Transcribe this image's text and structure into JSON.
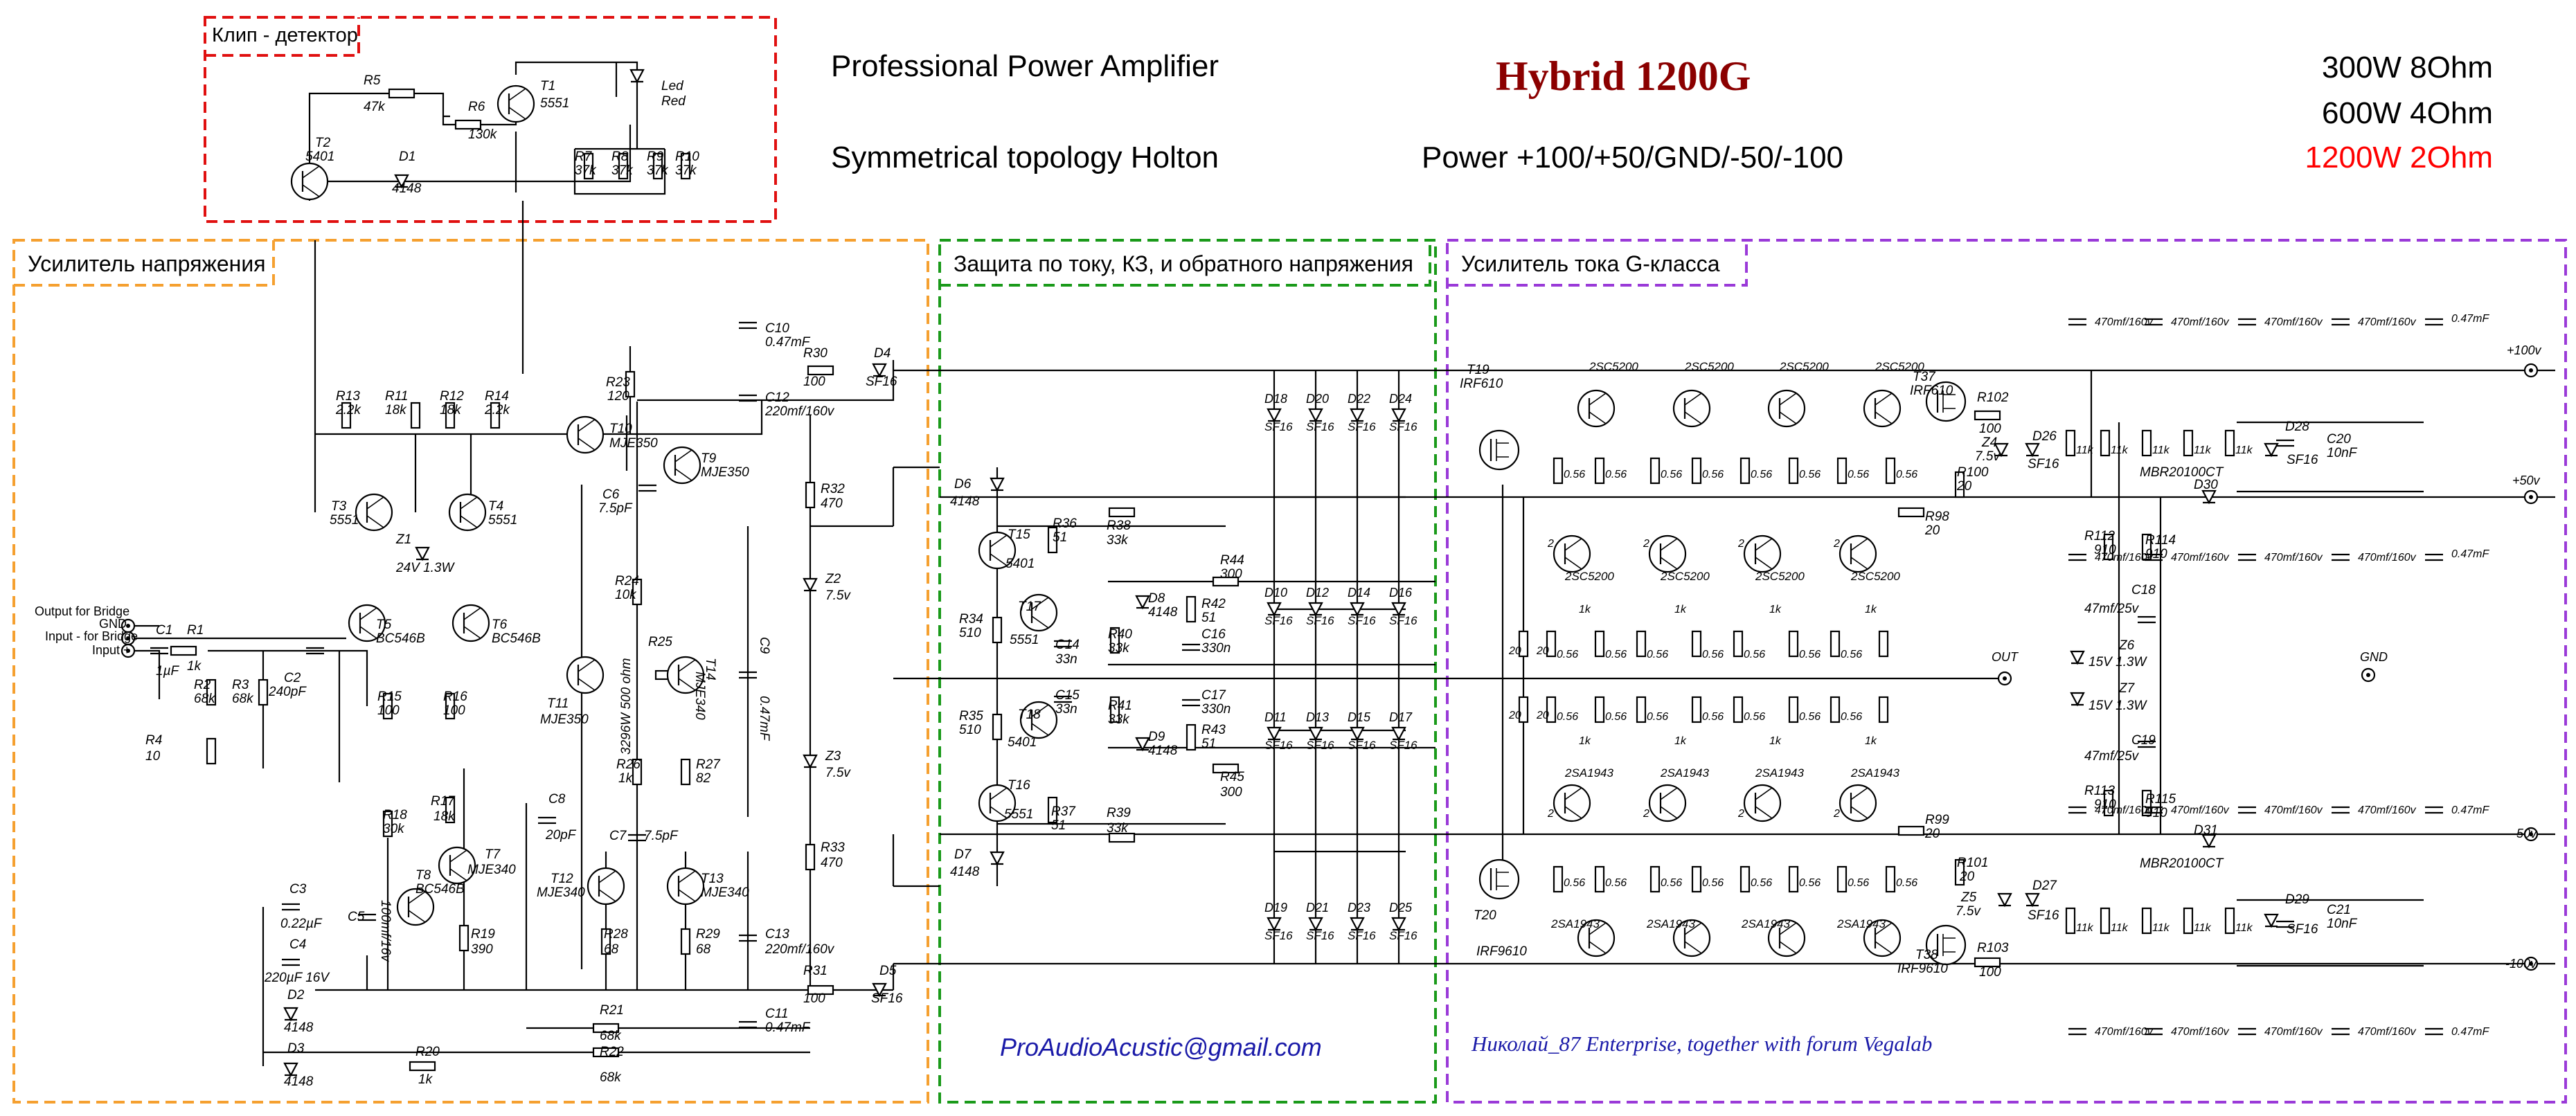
{
  "header": {
    "line1": "Professional Power Amplifier",
    "line2": "Symmetrical topology Holton",
    "model": "Hybrid 1200G",
    "power": "Power +100/+50/GND/-50/-100",
    "rating1": "300W 8Ohm",
    "rating2": "600W 4Ohm",
    "rating3": "1200W 2Ohm"
  },
  "colors": {
    "model": "#8b0000",
    "rating3": "#ff0000",
    "clip": "#e01010",
    "vas": "#f5a030",
    "protection": "#1a9a1a",
    "output": "#9a3ad8",
    "email": "#1a1aa8",
    "credit": "#1a1aa8"
  },
  "blocks": {
    "clip": "Клип - детектор",
    "vas": "Усилитель напряжения",
    "protection": "Защита по току, КЗ, и обратного напряжения",
    "output": "Усилитель тока G-класса"
  },
  "footer": {
    "email": "ProAudioAcustic@gmail.com",
    "credit": "Николай_87 Enterprise, together with forum Vegalab"
  },
  "input": {
    "bridge_out": "Output for Bridge",
    "gnd": "GND",
    "bridge_in": "Input - for Bridge",
    "in_plus": "Input +"
  },
  "rails": {
    "p100": "+100v",
    "p50": "+50v",
    "gnd": "GND",
    "n50": "-50v",
    "n100": "-100v",
    "out": "OUT"
  },
  "components": {
    "r5": "R5",
    "r5v": "47k",
    "t1": "T1",
    "t1v": "5551",
    "r6": "R6",
    "r6v": "130k",
    "led": "Led",
    "ledc": "Red",
    "t2": "T2",
    "t2v": "5401",
    "d1": "D1",
    "d1v": "4148",
    "r7": "R7",
    "r7v": "37k",
    "r8": "R8",
    "r8v": "37k",
    "r9": "R9",
    "r9v": "37k",
    "r10": "R10",
    "r10v": "37k",
    "c10": "C10",
    "c10v": "0.47mF",
    "r30": "R30",
    "r30v": "100",
    "d4": "D4",
    "d4v": "SF16",
    "c12": "C12",
    "c12v": "220mf/160v",
    "r23": "R23",
    "r23v": "120",
    "r13": "R13",
    "r13v": "2.2k",
    "r11": "R11",
    "r11v": "18k",
    "r12": "R12",
    "r12v": "18k",
    "r14": "R14",
    "r14v": "2.2k",
    "t10": "T10",
    "t10v": "MJE350",
    "t9": "T9",
    "t9v": "MJE350",
    "t3": "T3",
    "t3v": "5551",
    "t4": "T4",
    "t4v": "5551",
    "z1": "Z1",
    "z1v": "24V 1.3W",
    "c6": "C6",
    "c6v": "7.5pF",
    "r24": "R24",
    "r24v": "10k",
    "r25": "R25",
    "r25v": "3296W 500 ohm",
    "t14": "T14",
    "t14v": "MJE340",
    "c9": "C9",
    "c9v": "0.47mF",
    "t11": "T11",
    "t11v": "MJE350",
    "t5": "T5",
    "t5v": "BC546B",
    "t6": "T6",
    "t6v": "BC546B",
    "c1": "C1",
    "c1v": "1µF",
    "r1": "R1",
    "r1v": "1k",
    "r2": "R2",
    "r2v": "68k",
    "r3": "R3",
    "r3v": "68k",
    "c2": "C2",
    "c2v": "240pF",
    "r4": "R4",
    "r4v": "10",
    "r15": "R15",
    "r15v": "100",
    "r16": "R16",
    "r16v": "100",
    "r26": "R26",
    "r26v": "1k",
    "r27": "R27",
    "r27v": "82",
    "r17": "R17",
    "r17v": "18k",
    "r18": "R18",
    "r18v": "30k",
    "t7": "T7",
    "t7v": "MJE340",
    "t8": "T8",
    "t8v": "BC546B",
    "c8": "C8",
    "c8v": "20pF",
    "c7": "C7",
    "c7v": "7.5pF",
    "t12": "T12",
    "t12v": "MJE340",
    "t13": "T13",
    "t13v": "MJE340",
    "c5": "C5",
    "c5v": "100mf/16v",
    "r19": "R19",
    "r19v": "390",
    "r28": "R28",
    "r28v": "68",
    "r29": "R29",
    "r29v": "68",
    "c13": "C13",
    "c13v": "220mf/160v",
    "c3": "C3",
    "c3v": "0.22µF",
    "c4": "C4",
    "c4v": "220µF 16V",
    "d2": "D2",
    "d2v": "4148",
    "d3": "D3",
    "d3v": "4148",
    "r20": "R20",
    "r20v": "1k",
    "r21": "R21",
    "r21v": "68k",
    "r22": "R22",
    "r22v": "68k",
    "r31": "R31",
    "r31v": "100",
    "d5": "D5",
    "d5v": "SF16",
    "c11": "C11",
    "c11v": "0.47mF",
    "r32": "R32",
    "r32v": "470",
    "z2": "Z2",
    "z2v": "7.5v",
    "z3": "Z3",
    "z3v": "7.5v",
    "r33": "R33",
    "r33v": "470",
    "d6": "D6",
    "d6v": "4148",
    "t15": "T15",
    "t15v": "5401",
    "r36": "R36",
    "r36v": "51",
    "r38": "R38",
    "r38v": "33k",
    "r34": "R34",
    "r34v": "510",
    "t17": "T17",
    "t17v": "5551",
    "d8": "D8",
    "d8v": "4148",
    "r44": "R44",
    "r44v": "300",
    "c14": "C14",
    "c14v": "33n",
    "r40": "R40",
    "r40v": "33k",
    "c16": "C16",
    "c16v": "330n",
    "r42": "R42",
    "r42v": "51",
    "r35": "R35",
    "r35v": "510",
    "t18": "T18",
    "t18v": "5401",
    "c15": "C15",
    "c15v": "33n",
    "r41": "R41",
    "r41v": "33k",
    "c17": "C17",
    "c17v": "330n",
    "d9": "D9",
    "d9v": "4148",
    "r43": "R43",
    "r43v": "51",
    "r45": "R45",
    "r45v": "300",
    "t16": "T16",
    "t16v": "5551",
    "r37": "R37",
    "r37v": "51",
    "r39": "R39",
    "r39v": "33k",
    "d7": "D7",
    "d7v": "4148",
    "sf16": "SF16",
    "t19": "T19",
    "t19v": "IRF610",
    "t20": "T20",
    "t20v": "IRF9610",
    "t37": "T37",
    "t37v": "IRF610",
    "t38": "T38",
    "t38v": "IRF9610",
    "c5200": "2SC5200",
    "a1943": "2SA1943",
    "r102": "R102",
    "r102v": "100",
    "r103": "R103",
    "r103v": "100",
    "r100": "R100",
    "r100v": "20",
    "r101": "R101",
    "r101v": "20",
    "z4": "Z4",
    "z4v": "7.5v",
    "z5": "Z5",
    "z5v": "7.5v",
    "d26": "D26",
    "d27": "D27",
    "d28": "D28",
    "d29": "D29",
    "d30": "D30",
    "d30v": "MBR20100CT",
    "d31": "D31",
    "d31v": "MBR20100CT",
    "c20": "C20",
    "c20v": "10nF",
    "c21": "C21",
    "c21v": "10nF",
    "r112": "R112",
    "r112v": "910",
    "r113": "R113",
    "r113v": "910",
    "r114": "R114",
    "r114v": "910",
    "r115": "R115",
    "r115v": "910",
    "c18": "C18",
    "c18v": "47mf/25v",
    "c19": "C19",
    "c19v": "47mf/25v",
    "z6": "Z6",
    "z6v": "15V 1.3W",
    "z7": "Z7",
    "z7v": "15V 1.3W",
    "r98": "R98",
    "r98v": "20",
    "r99": "R99",
    "r99v": "20",
    "r0_56": "0.56",
    "v11k": "11k",
    "v1k": "1k",
    "v2": "2",
    "v20": "20",
    "c470": "470mf/160v",
    "c047": "0.47mF"
  }
}
